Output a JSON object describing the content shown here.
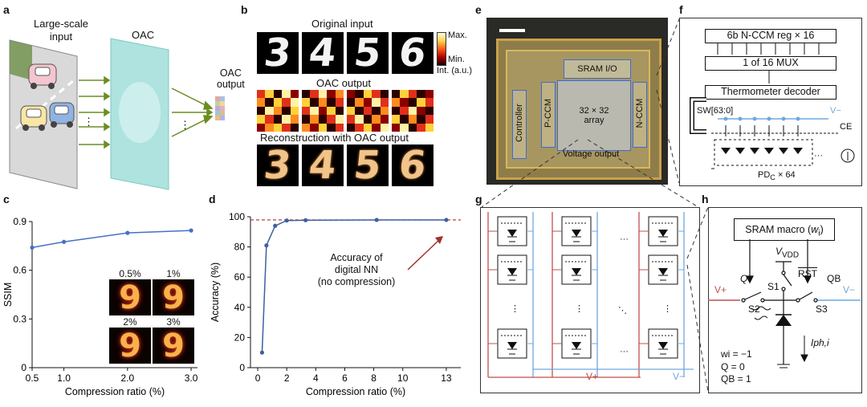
{
  "panels": {
    "a": {
      "tag": "a",
      "title": "Large-scale input",
      "title_line1": "Large-scale",
      "title_line2": "input",
      "oac": "OAC",
      "output_line1": "OAC",
      "output_line2": "output",
      "dots": "⋮"
    },
    "b": {
      "tag": "b",
      "original": "Original input",
      "oac_output": "OAC output",
      "reconstruction": "Reconstruction with OAC output",
      "digits": [
        "3",
        "4",
        "5",
        "6"
      ],
      "colorbar_max": "Max.",
      "colorbar_min": "Min.",
      "colorbar_unit": "Int. (a.u.)"
    },
    "c": {
      "tag": "c",
      "insets": [
        {
          "label": "0.5%",
          "digit": "9"
        },
        {
          "label": "1%",
          "digit": "9"
        },
        {
          "label": "2%",
          "digit": "9"
        },
        {
          "label": "3%",
          "digit": "9"
        }
      ]
    },
    "d": {
      "tag": "d",
      "annotation_line1": "Accuracy of",
      "annotation_line2": "digital NN",
      "annotation_line3": "(no compression)"
    },
    "e": {
      "tag": "e",
      "sram": "SRAM I/O",
      "array_line1": "32 × 32",
      "array_line2": "array",
      "controller": "Controller",
      "pccm": "P-CCM",
      "nccm": "N-CCM",
      "voltage": "Voltage output"
    },
    "f": {
      "tag": "f",
      "reg": "6b N-CCM reg × 16",
      "mux": "1 of 16 MUX",
      "decoder": "Thermometer  decoder",
      "sw": "SW[63:0]",
      "vminus": "V−",
      "ce": "CE",
      "pd": "PD",
      "pd_sub": "C",
      "pd_suffix": " × 64",
      "dots": "···"
    },
    "g": {
      "tag": "g",
      "vplus": "V+",
      "vminus": "V−",
      "hdots": "···",
      "vdots": "⋮",
      "ddots": "⋱"
    },
    "h": {
      "tag": "h",
      "sram": "SRAM macro (wi)",
      "sram_prefix": "SRAM macro (",
      "sram_w": "w",
      "sram_i": "i",
      "sram_suffix": ")",
      "vdd": "VDD",
      "rst": "RST",
      "q": "Q",
      "qb": "QB",
      "s1": "S1",
      "s2": "S2",
      "s3": "S3",
      "vplus": "V+",
      "vminus": "V−",
      "iph": "Iph,i",
      "state1": "wi = −1",
      "state2": "Q = 0",
      "state3": "QB = 1"
    }
  },
  "chart_data": [
    {
      "type": "line",
      "panel": "c",
      "xlabel": "Compression ratio (%)",
      "ylabel": "SSIM",
      "x": [
        0.5,
        1.0,
        2.0,
        3.0
      ],
      "y": [
        0.74,
        0.775,
        0.83,
        0.845
      ],
      "xlim": [
        0.5,
        3.1
      ],
      "ylim": [
        0.0,
        0.9
      ],
      "xticks": [
        "0.5",
        "1.0",
        "2.0",
        "3.0"
      ],
      "yticks": [
        "0",
        "0.3",
        "0.6",
        "0.9"
      ],
      "color": "#4472c4"
    },
    {
      "type": "line",
      "panel": "d",
      "xlabel": "Compression ratio (%)",
      "ylabel": "Accuracy (%)",
      "x": [
        0.3,
        0.6,
        1.2,
        2.0,
        3.3,
        8.2,
        13.0
      ],
      "y": [
        10,
        81,
        94,
        97.5,
        97.7,
        97.9,
        97.9
      ],
      "xlim": [
        -0.5,
        14
      ],
      "ylim": [
        0,
        100
      ],
      "xticks": [
        "0",
        "2",
        "4",
        "6",
        "8",
        "10",
        "13"
      ],
      "xtick_values": [
        0,
        2,
        4,
        6,
        8,
        10,
        13
      ],
      "yticks": [
        "0",
        "20",
        "40",
        "60",
        "80",
        "100"
      ],
      "reference_line": 97.9,
      "color": "#3f5fa0",
      "reference_color": "#a0302a"
    }
  ],
  "colors": {
    "blue": "#4472c4",
    "red": "#c0504d",
    "lightblue": "#6fa8dc",
    "green_arrow": "#6b8e23",
    "chip_gold": "#c9a24a"
  }
}
